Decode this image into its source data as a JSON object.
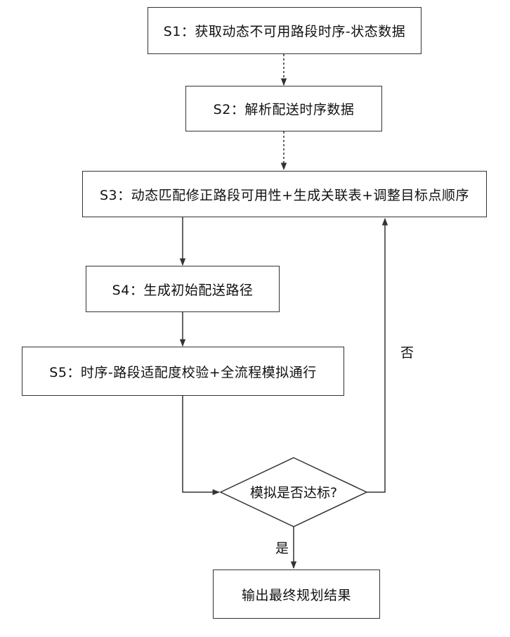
{
  "steps": {
    "s1": "S1：获取动态不可用路段时序-状态数据",
    "s2": "S2：解析配送时序数据",
    "s3": "S3：动态匹配修正路段可用性+生成关联表+调整目标点顺序",
    "s4": "S4：生成初始配送路径",
    "s5": "S5：时序-路段适配度校验+全流程模拟通行"
  },
  "decision": {
    "question": "模拟是否达标?",
    "no_label": "否",
    "yes_label": "是"
  },
  "output": {
    "label": "输出最终规划结果"
  }
}
